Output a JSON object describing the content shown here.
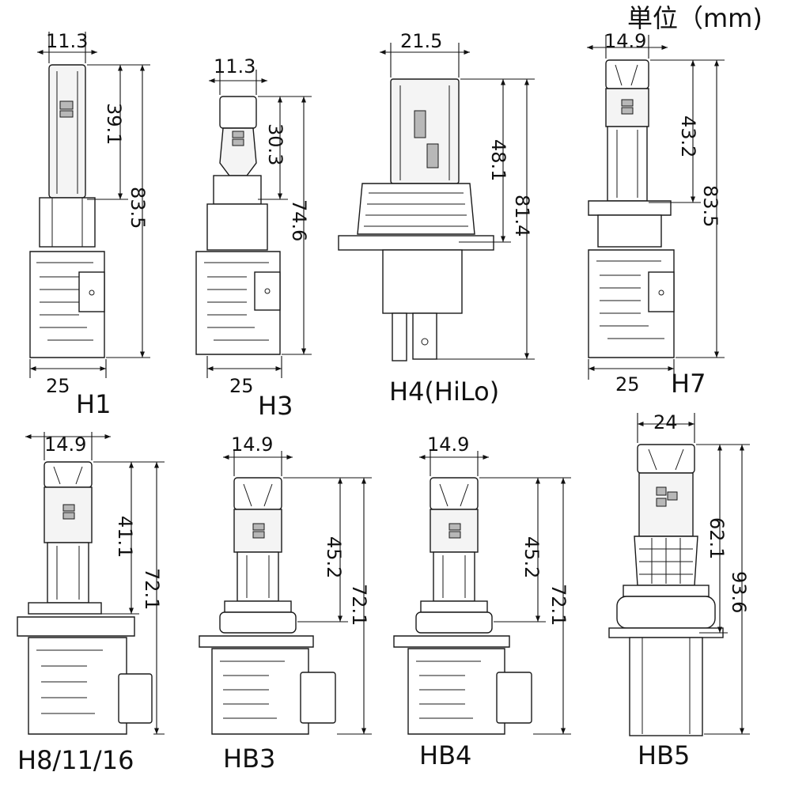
{
  "unit_label": "単位（mm)",
  "bulbs": {
    "h1": {
      "name": "H1",
      "width": "11.3",
      "base_width": "25",
      "led_length": "39.1",
      "total_length": "83.5"
    },
    "h3": {
      "name": "H3",
      "width": "11.3",
      "base_width": "25",
      "led_length": "30.3",
      "total_length": "74.6"
    },
    "h4": {
      "name": "H4(HiLo)",
      "width": "21.5",
      "led_length": "48.1",
      "total_length": "81.4"
    },
    "h7": {
      "name": "H7",
      "width": "14.9",
      "base_width": "25",
      "led_length": "43.2",
      "total_length": "83.5"
    },
    "h8": {
      "name": "H8/11/16",
      "width": "14.9",
      "led_length": "41.1",
      "total_length": "72.1"
    },
    "hb3": {
      "name": "HB3",
      "width": "14.9",
      "led_length": "45.2",
      "total_length": "72.1"
    },
    "hb4": {
      "name": "HB4",
      "width": "14.9",
      "led_length": "45.2",
      "total_length": "72.1"
    },
    "hb5": {
      "name": "HB5",
      "width": "24",
      "led_length": "62.1",
      "total_length": "93.6"
    }
  },
  "colors": {
    "line": "#1a1a1a",
    "chip": "#b8b8b8"
  }
}
